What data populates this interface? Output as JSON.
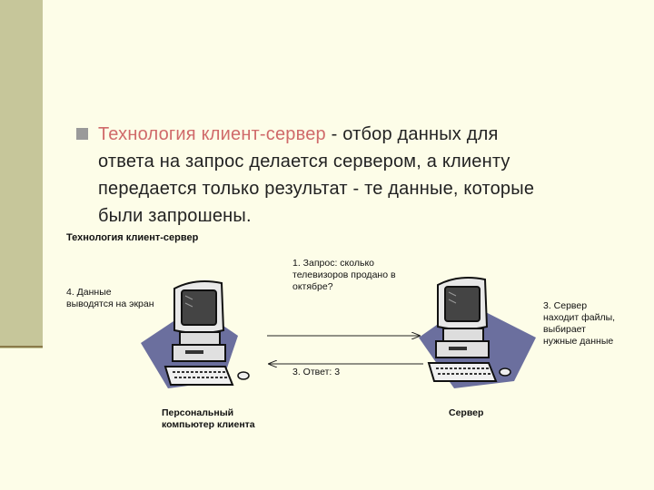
{
  "bullet_text": {
    "term": "Технология клиент-сервер",
    "rest_line1": " -  отбор данных для",
    "line2": "ответа на запрос делается сервером, а клиенту",
    "line3": "передается только результат - те данные, которые",
    "line4": "были запрошены."
  },
  "diagram": {
    "title": "Технология клиент-сервер",
    "request_label": [
      "1. Запрос: сколько",
      "телевизоров продано в",
      "октябре?"
    ],
    "display_label": [
      "4. Данные",
      "выводятся на экран"
    ],
    "server_label": [
      "3. Сервер",
      "находит файлы,",
      "выбирает",
      "нужные данные"
    ],
    "answer_label": "3. Ответ: 3",
    "client_caption": [
      "Персональный",
      "компьютер клиента"
    ],
    "server_caption": "Сервер"
  },
  "colors": {
    "background": "#fdfde8",
    "sidebar": "#c6c69a",
    "term_color": "#d06a6a",
    "shadow": "#6b6f9e"
  },
  "icons": [
    "computer-icon",
    "computer-icon"
  ]
}
